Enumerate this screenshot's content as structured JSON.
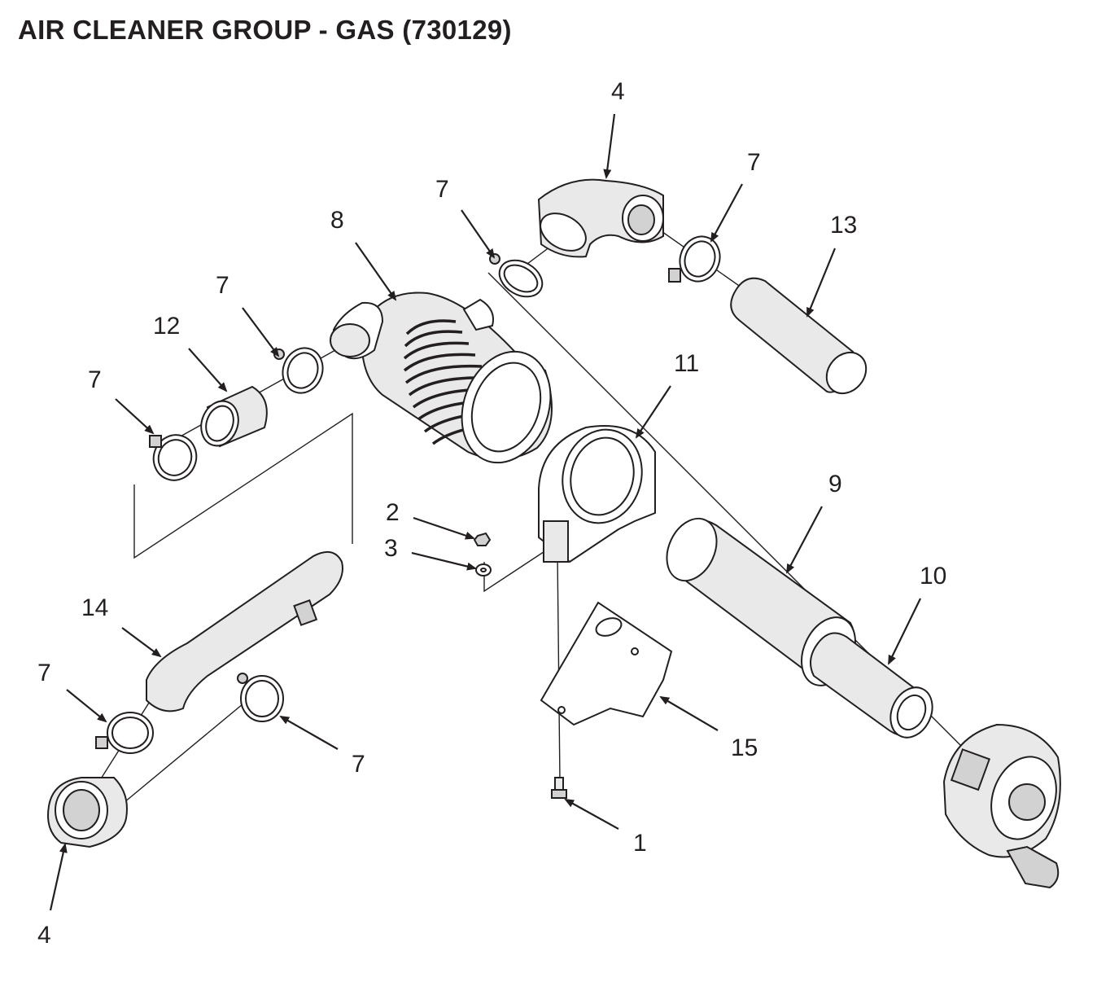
{
  "title": "AIR CLEANER GROUP - GAS (730129)",
  "callouts": {
    "c1": "1",
    "c2": "2",
    "c3": "3",
    "c4_top": "4",
    "c4_bottom": "4",
    "c7_top_middle": "7",
    "c7_top_right": "7",
    "c7_left_upper": "7",
    "c7_left_far": "7",
    "c7_bottom_left": "7",
    "c7_bottom_right": "7",
    "c8": "8",
    "c9": "9",
    "c10": "10",
    "c11": "11",
    "c12": "12",
    "c13": "13",
    "c14": "14",
    "c15": "15"
  }
}
